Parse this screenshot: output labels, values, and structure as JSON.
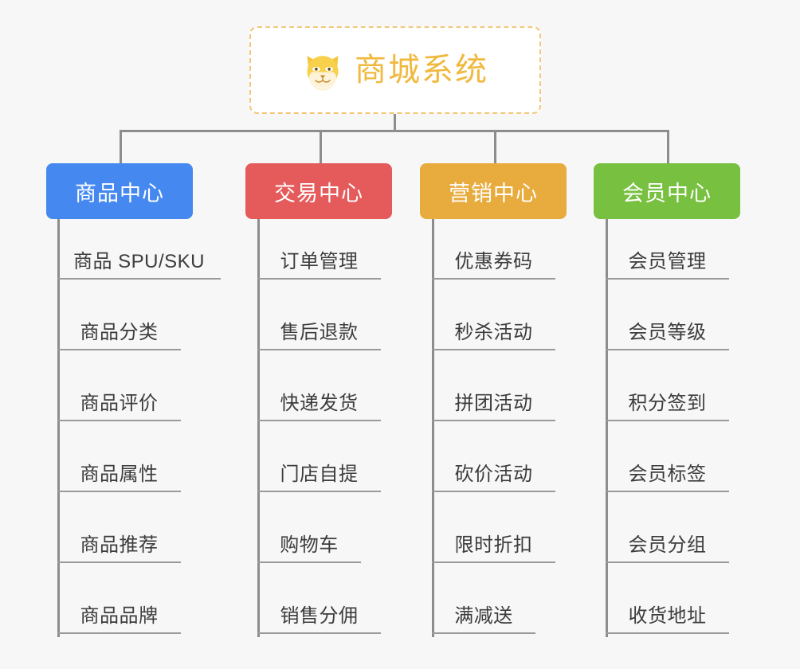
{
  "root": {
    "title": "商城系统",
    "icon": "shiba-dog-face-icon",
    "border_color": "#f2c879",
    "text_color": "#f0b93e"
  },
  "connector_color": "#8d8d8d",
  "leaf_line_color": "#9a9a9a",
  "background": "#f7f7f7",
  "columns": [
    {
      "title": "商品中心",
      "color": "#4589f0",
      "items": [
        "商品 SPU/SKU",
        "商品分类",
        "商品评价",
        "商品属性",
        "商品推荐",
        "商品品牌"
      ]
    },
    {
      "title": "交易中心",
      "color": "#e55b5b",
      "items": [
        "订单管理",
        "售后退款",
        "快递发货",
        "门店自提",
        "购物车",
        "销售分佣"
      ]
    },
    {
      "title": "营销中心",
      "color": "#e8ab3d",
      "items": [
        "优惠券码",
        "秒杀活动",
        "拼团活动",
        "砍价活动",
        "限时折扣",
        "满减送"
      ]
    },
    {
      "title": "会员中心",
      "color": "#78c040",
      "items": [
        "会员管理",
        "会员等级",
        "积分签到",
        "会员标签",
        "会员分组",
        "收货地址"
      ]
    }
  ]
}
